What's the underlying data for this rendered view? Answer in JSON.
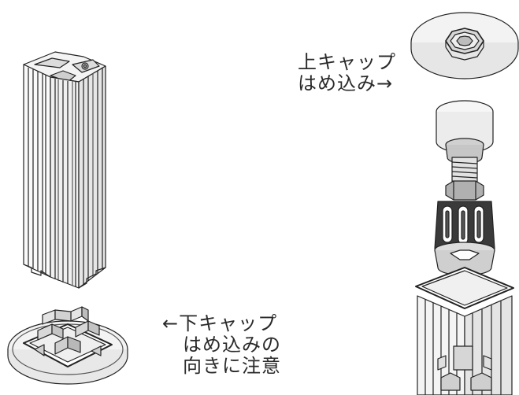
{
  "labels": {
    "top_cap": {
      "line1": "上キャップ",
      "line2": "はめ込み→"
    },
    "bottom_cap": {
      "line1": "←下キャップ",
      "line2": "はめ込みの",
      "line3": "向きに注意"
    }
  },
  "colors": {
    "ink": "#222222",
    "light_fill": "#f2f2f2",
    "mid_fill": "#d9d9d9",
    "dark_fill": "#9a9a9a"
  }
}
